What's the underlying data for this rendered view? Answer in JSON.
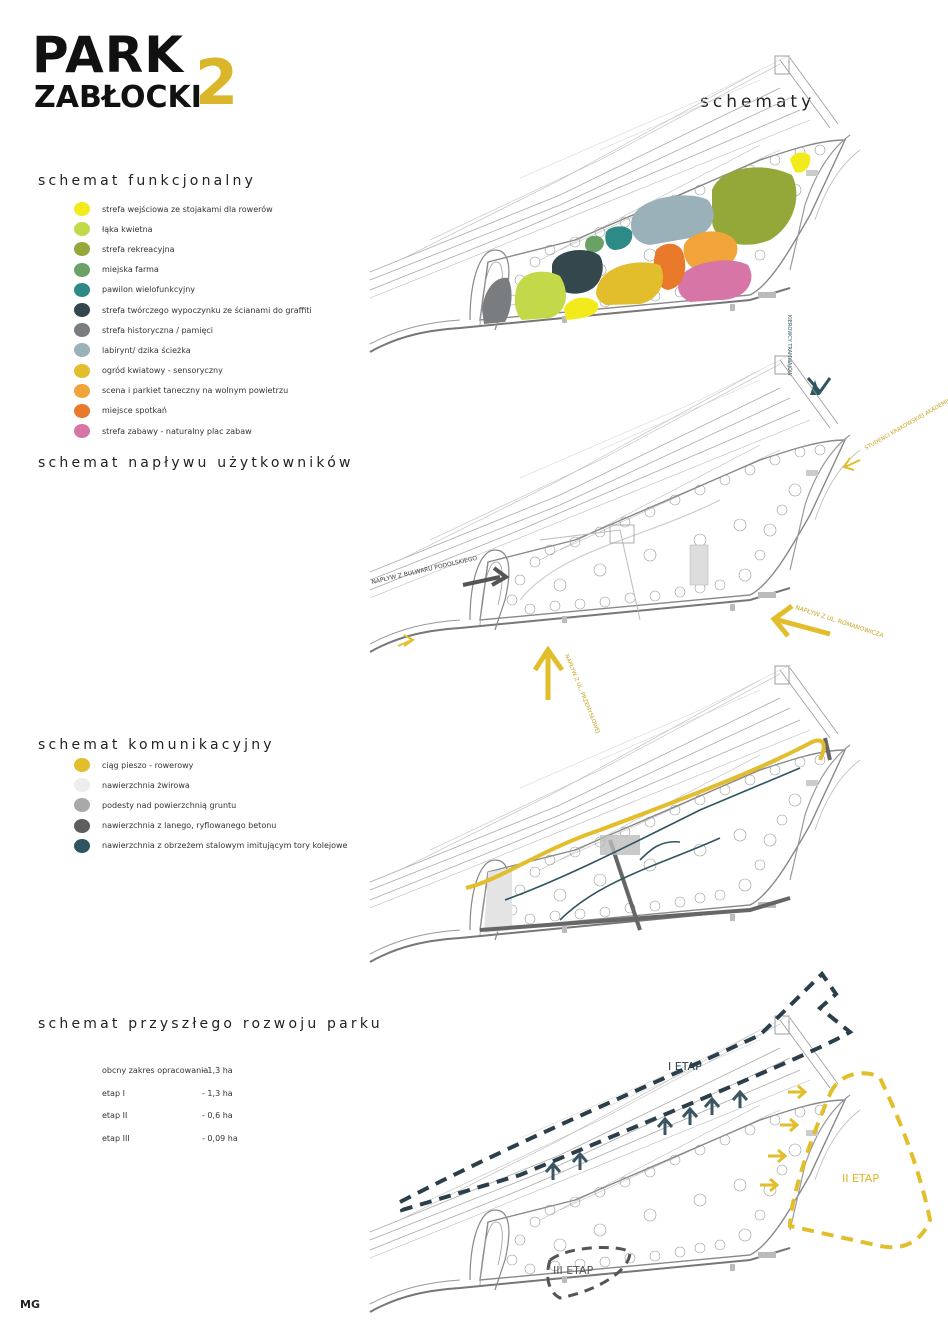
{
  "logo": {
    "line1": "PARK",
    "line2": "ZABŁOCKI",
    "number": "2"
  },
  "title": "schematy",
  "functional": {
    "title": "schemat funkcjonalny",
    "legend": [
      {
        "label": "strefa wejściowa ze stojakami dla rowerów",
        "color": "#f2ea1b"
      },
      {
        "label": "łąka kwietna",
        "color": "#c4d94a"
      },
      {
        "label": "strefa rekreacyjna",
        "color": "#94a83a"
      },
      {
        "label": "miejska farma",
        "color": "#6aa266"
      },
      {
        "label": "pawilon wielofunkcyjny",
        "color": "#2e8a86"
      },
      {
        "label": "strefa twórczego wypoczynku ze ścianami do graffiti",
        "color": "#34474d"
      },
      {
        "label": "strefa historyczna / pamięci",
        "color": "#7a7d80"
      },
      {
        "label": "labirynt/ dzika ścieżka",
        "color": "#9bb1ba"
      },
      {
        "label": "ogród kwiatowy - sensoryczny",
        "color": "#e2be2c"
      },
      {
        "label": "scena  i parkiet taneczny na wolnym powietrzu",
        "color": "#f0a43a"
      },
      {
        "label": "miejsce spotkań",
        "color": "#e8782a"
      },
      {
        "label": "strefa zabawy - naturalny plac zabaw",
        "color": "#d675a6"
      }
    ]
  },
  "inflow": {
    "title": "schemat napływu użytkowników",
    "labels": {
      "podolski": "NAPŁYW Z BULWARU PODOLSKIEGO",
      "przemyslowa": "NAPŁYW Z UL. PRZEMYSŁOWEJ",
      "romanowicza": "NAPŁYW Z UL. ROMANOWICZA",
      "studenci": "STUDENCI KRAKOWSKIEJ AKADEMII",
      "kierowcy": "KIEROWCY TRAMWAJÓW"
    }
  },
  "communication": {
    "title": "schemat komunikacyjny",
    "legend": [
      {
        "label": "ciąg pieszo - rowerowy",
        "color": "#e2be2c"
      },
      {
        "label": "nawierzchnia żwirowa",
        "color": "#ededed"
      },
      {
        "label": "podesty nad powierzchnią gruntu",
        "color": "#a9a9a9"
      },
      {
        "label": "nawierzchnia z lanego, ryflowanego betonu",
        "color": "#5e5e5e"
      },
      {
        "label": "nawierzchnia z obrzeżem stalowym imitującym tory kolejowe",
        "color": "#2f5560"
      }
    ]
  },
  "development": {
    "title": "schemat przyszłego rozwoju parku",
    "table": [
      {
        "name": "obcny zakres opracowania",
        "value": "-  1,3 ha"
      },
      {
        "name": "etap I",
        "value": "-  1,3 ha"
      },
      {
        "name": "etap II",
        "value": "-  0,6 ha"
      },
      {
        "name": "etap III",
        "value": "- 0,09 ha"
      }
    ],
    "stage1": "I ETAP",
    "stage2": "II ETAP",
    "stage3": "III ETAP",
    "colors": {
      "stage1": "#2b3f4a",
      "stage2": "#e2be2c",
      "stage3": "#555555"
    }
  },
  "footer": "MG"
}
